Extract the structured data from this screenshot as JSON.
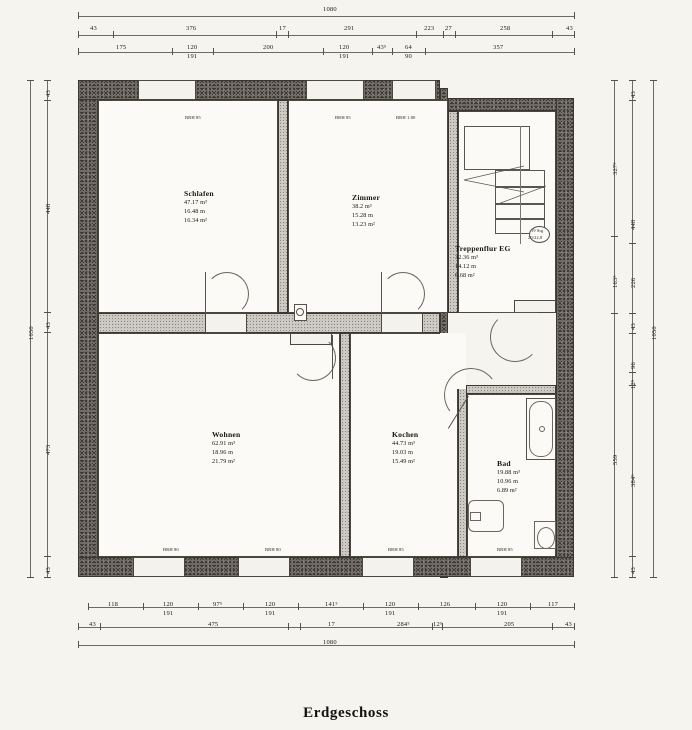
{
  "title": "Erdgeschoss",
  "rooms": [
    {
      "key": "schlafen",
      "name": "Schlafen",
      "volume": "47.17 m³",
      "perimeter": "16.48 m",
      "area": "16.34 m²"
    },
    {
      "key": "zimmer",
      "name": "Zimmer",
      "volume": "38.2 m³",
      "perimeter": "15.28 m",
      "area": "13.23 m²"
    },
    {
      "key": "treppenflur",
      "name": "Treppenflur EG",
      "volume": "32.36 m³",
      "perimeter": "14.12 m",
      "area": "6.68 m²"
    },
    {
      "key": "wohnen",
      "name": "Wohnen",
      "volume": "62.91 m³",
      "perimeter": "18.96 m",
      "area": "21.79 m²"
    },
    {
      "key": "kochen",
      "name": "Kochen",
      "volume": "44.73 m³",
      "perimeter": "19.03 m",
      "area": "15.49 m²"
    },
    {
      "key": "bad",
      "name": "Bad",
      "volume": "19.88 m³",
      "perimeter": "10.96 m",
      "area": "6.89 m²"
    }
  ],
  "dimensions": {
    "top": {
      "overall": "1080",
      "row1": [
        "43",
        "376",
        "17",
        "291",
        "223",
        "27",
        "258",
        "43"
      ],
      "row2": [
        "175",
        "120",
        "200",
        "120",
        "43⁵",
        "64",
        "357",
        ""
      ],
      "row2_sub": [
        "191",
        "191",
        "90"
      ]
    },
    "bottom": {
      "overall": "1080",
      "row1": [
        "118",
        "120",
        "97⁵",
        "120",
        "141⁵",
        "120",
        "126",
        "120",
        "117"
      ],
      "row1_sub": [
        "191",
        "191",
        "191",
        "191"
      ],
      "row2": [
        "43",
        "475",
        "17",
        "284⁵",
        "12⁵",
        "205",
        "43"
      ]
    },
    "left": {
      "overall": "1050",
      "segments": [
        "43",
        "448",
        "43",
        "473",
        "43"
      ]
    },
    "right": {
      "overall": "1050",
      "mid": [
        "327⁵",
        "163⁵",
        "559"
      ],
      "inner": [
        "43",
        "448",
        "226",
        "43",
        "96",
        "12⁵",
        "384⁵",
        "43"
      ]
    }
  },
  "openings": {
    "top": [
      "BRH 85",
      "BRH 85",
      "BRH 1.80"
    ],
    "bottom": [
      "BRH 80",
      "BRH 80",
      "BRH 85",
      "BRH 85"
    ]
  },
  "stair": {
    "label": "19 Stg",
    "riser": "20/22,8"
  }
}
